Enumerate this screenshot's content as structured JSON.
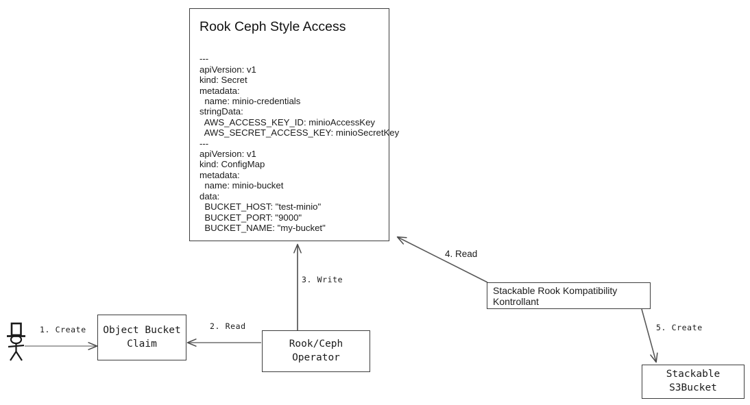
{
  "diagram": {
    "title": "Rook Ceph Style Access",
    "nodes": {
      "yaml_card": {
        "title": "Rook Ceph Style Access",
        "body": "---\napiVersion: v1\nkind: Secret\nmetadata:\n  name: minio-credentials\nstringData:\n  AWS_ACCESS_KEY_ID: minioAccessKey\n  AWS_SECRET_ACCESS_KEY: minioSecretKey\n---\napiVersion: v1\nkind: ConfigMap\nmetadata:\n  name: minio-bucket\ndata:\n  BUCKET_HOST: \"test-minio\"\n  BUCKET_PORT: \"9000\"\n  BUCKET_NAME: \"my-bucket\""
      },
      "object_bucket_claim": {
        "label": "Object Bucket\nClaim"
      },
      "operator": {
        "label": "Rook/Ceph Operator"
      },
      "kontrollant": {
        "label": "Stackable Rook Kompatibility Kontrollant"
      },
      "s3bucket": {
        "label": "Stackable S3Bucket"
      }
    },
    "edges": [
      {
        "id": "create-obc",
        "label": "1. Create",
        "from": "actor",
        "to": "object_bucket_claim"
      },
      {
        "id": "read-obc",
        "label": "2. Read",
        "from": "operator",
        "to": "object_bucket_claim"
      },
      {
        "id": "write-yaml",
        "label": "3. Write",
        "from": "operator",
        "to": "yaml_card"
      },
      {
        "id": "read-yaml",
        "label": "4. Read",
        "from": "kontrollant",
        "to": "yaml_card"
      },
      {
        "id": "create-s3bucket",
        "label": "5. Create",
        "from": "kontrollant",
        "to": "s3bucket"
      }
    ],
    "actor": {
      "name": "user-actor"
    },
    "colors": {
      "stroke": "#3c3c3c",
      "arrow": "#4a4a4a",
      "text": "#1a1a1a",
      "background": "#ffffff"
    }
  }
}
